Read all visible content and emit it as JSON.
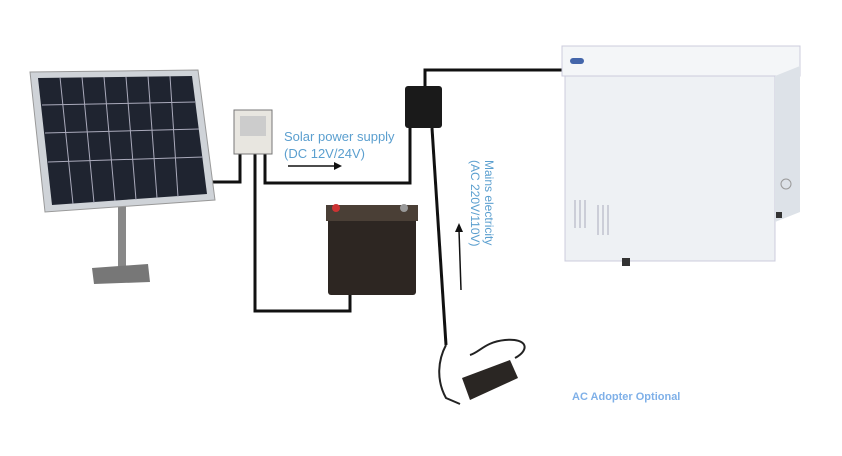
{
  "labels": {
    "solar_supply_line1": "Solar power supply",
    "solar_supply_line2": "(DC 12V/24V)",
    "mains_line1": "Mains electricity",
    "mains_line2": "(AC 220V/110V)",
    "ac_adapter": "AC Adopter Optional"
  },
  "colors": {
    "label_blue": "#5b9fcf",
    "adapter_blue": "#7fb0e8",
    "wire": "#111111"
  }
}
